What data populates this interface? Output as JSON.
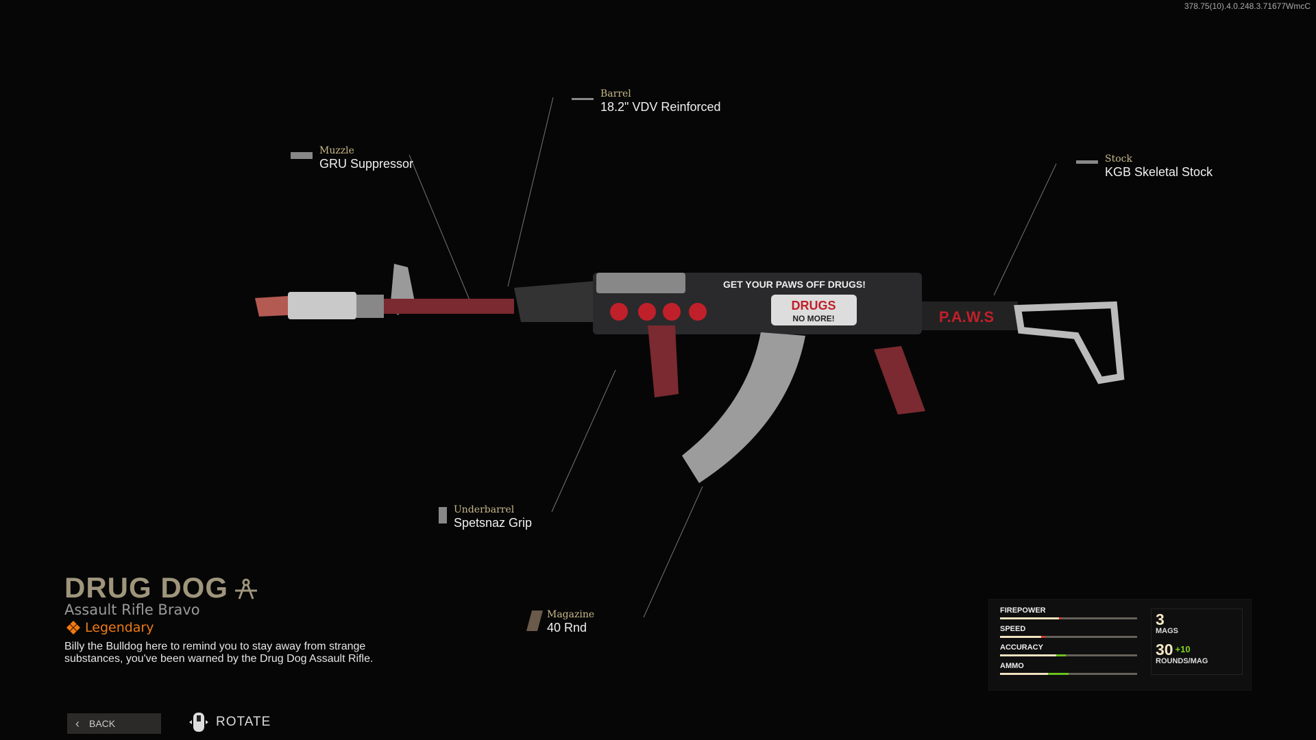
{
  "build": "378.75(10).4.0.248.3.71677WmcC",
  "attachments": [
    {
      "slot": "Muzzle",
      "value": "GRU Suppressor"
    },
    {
      "slot": "Barrel",
      "value": "18.2\" VDV Reinforced"
    },
    {
      "slot": "Stock",
      "value": "KGB Skeletal Stock"
    },
    {
      "slot": "Underbarrel",
      "value": "Spetsnaz Grip"
    },
    {
      "slot": "Magazine",
      "value": "40 Rnd"
    }
  ],
  "weapon": {
    "name": "DRUG DOG",
    "class": "Assault Rifle Bravo",
    "rarity": "Legendary",
    "description": "Billy the Bulldog here to remind you to stay away from strange substances, you've been warned by the Drug Dog Assault Rifle.",
    "decals": {
      "top": "GET YOUR PAWS OFF DRUGS!",
      "main": "DRUGS",
      "main2": "NO MORE!",
      "stock": "P.A.W.S"
    }
  },
  "stats": [
    {
      "label": "FIREPOWER",
      "base": 43,
      "delta": -2,
      "color": "#d03a2a"
    },
    {
      "label": "SPEED",
      "base": 30,
      "delta": -3,
      "color": "#d03a2a"
    },
    {
      "label": "ACCURACY",
      "base": 41,
      "delta": 7,
      "color": "#6cc21e"
    },
    {
      "label": "AMMO",
      "base": 35,
      "delta": 15,
      "color": "#6cc21e"
    }
  ],
  "mags": {
    "count": "3",
    "count_label": "MAGS",
    "rounds": "30",
    "bonus": "+10",
    "rounds_label": "ROUNDS/MAG"
  },
  "footer": {
    "back": "BACK",
    "rotate": "ROTATE"
  }
}
